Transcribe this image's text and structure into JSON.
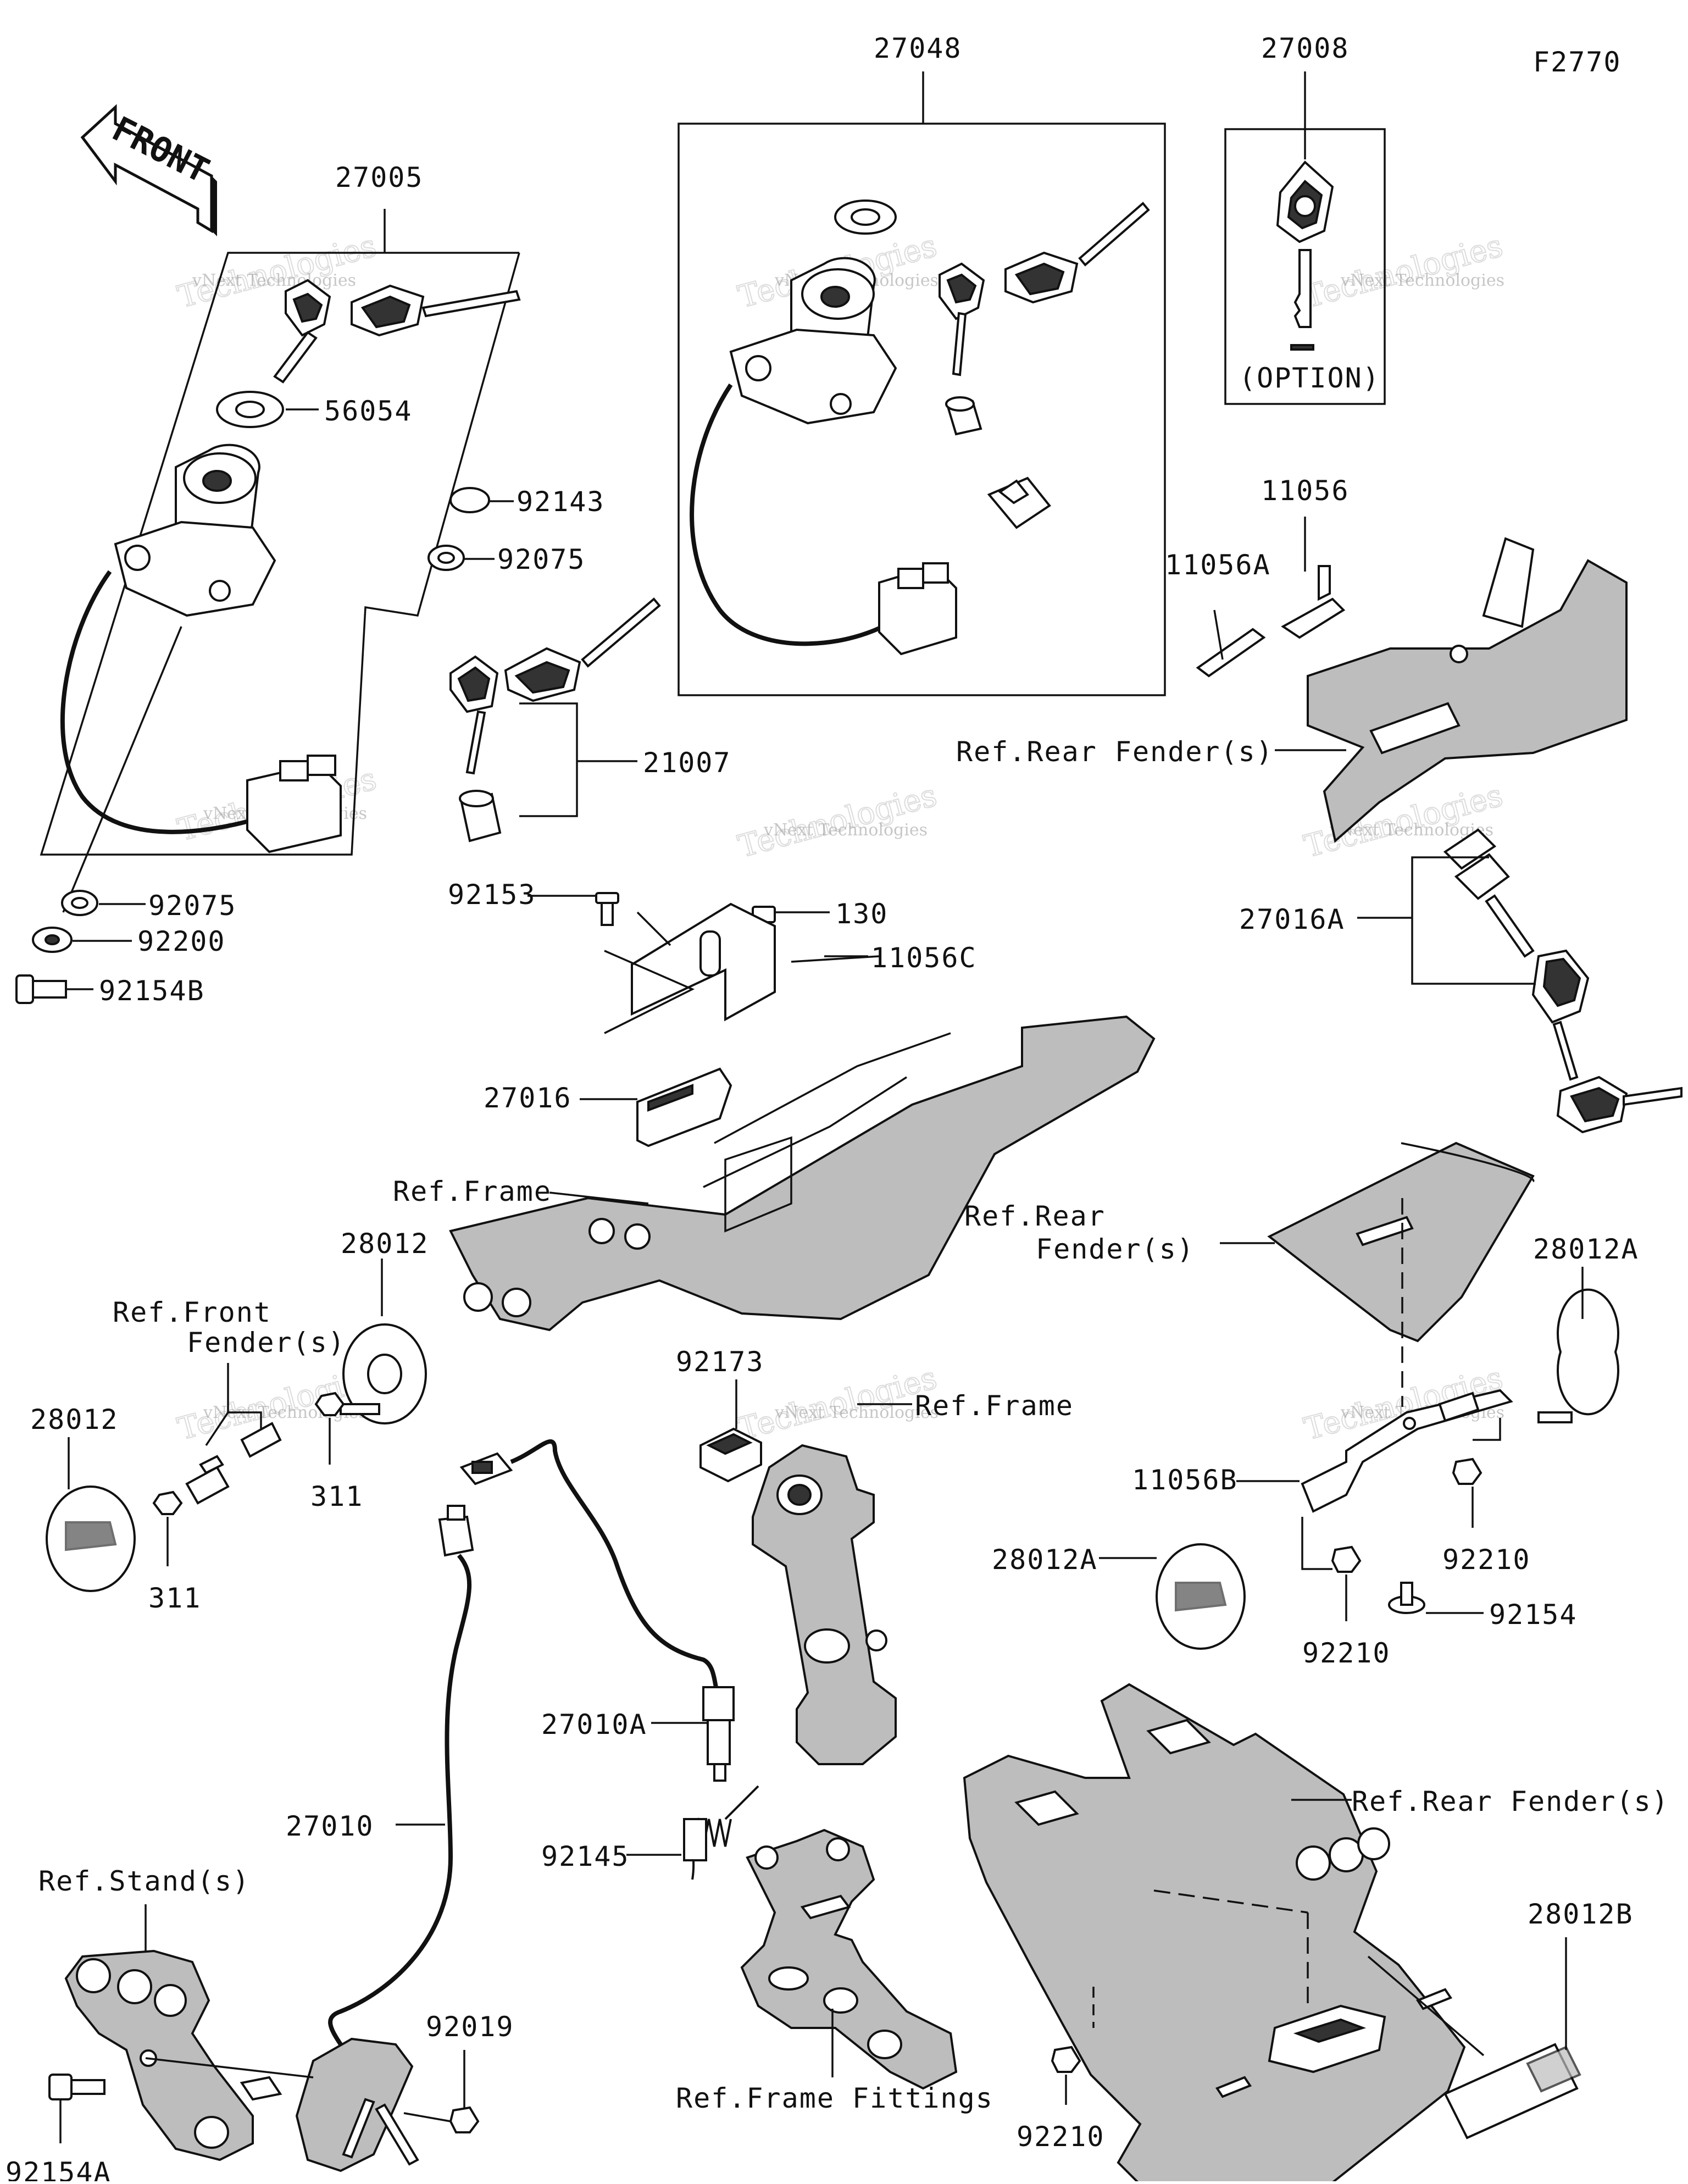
{
  "diagram_id": "F2770",
  "front_label": "FRONT",
  "option_label": "(OPTION)",
  "watermark": {
    "line1": "vNext Technologies",
    "line2": "Technologies",
    "line3": "vNext"
  },
  "labels": {
    "p27048": "27048",
    "p27008": "27008",
    "p27005": "27005",
    "p56054": "56054",
    "p92143": "92143",
    "p92075a": "92075",
    "p21007": "21007",
    "p92075b": "92075",
    "p92200": "92200",
    "p92154b": "92154B",
    "p92153": "92153",
    "p130": "130",
    "p11056c": "11056C",
    "p27016": "27016",
    "ref_frame_1": "Ref.Frame",
    "p11056": "11056",
    "p11056a": "11056A",
    "ref_rear_fender_1": "Ref.Rear Fender(s)",
    "p27016a": "27016A",
    "ref_rear_fender_2a": "Ref.Rear",
    "ref_rear_fender_2b": "Fender(s)",
    "p28012a_1": "28012A",
    "p11056b": "11056B",
    "p28012a_2": "28012A",
    "p92210_1": "92210",
    "p92154": "92154",
    "p92210_2": "92210",
    "p28012_1": "28012",
    "ref_front_fender_a": "Ref.Front",
    "ref_front_fender_b": "Fender(s)",
    "p28012_2": "28012",
    "p311_1": "311",
    "p311_2": "311",
    "p92173": "92173",
    "ref_frame_2": "Ref.Frame",
    "p27010a": "27010A",
    "p27010": "27010",
    "p92145": "92145",
    "ref_stands": "Ref.Stand(s)",
    "p92019": "92019",
    "p92154a": "92154A",
    "ref_frame_fittings": "Ref.Frame Fittings",
    "ref_rear_fender_3": "Ref.Rear Fender(s)",
    "p92210_3": "92210",
    "p28012b": "28012B"
  }
}
